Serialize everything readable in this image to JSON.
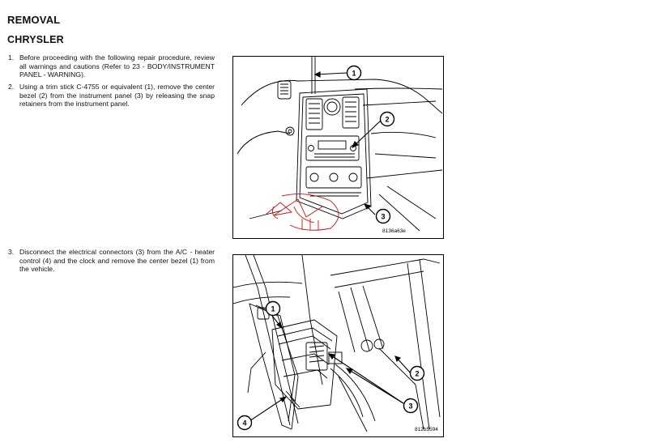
{
  "section_title": "REMOVAL",
  "subsection_title": "CHRYSLER",
  "steps": [
    {
      "num": "1.",
      "text": "Before proceeding with the following repair procedure, review all warnings and cautions (Refer to 23 - BODY/INSTRUMENT PANEL - WARNING)."
    },
    {
      "num": "2.",
      "text": "Using a trim stick C-4755 or equivalent (1), remove the center bezel (2) from the instrument panel (3) by releasing the snap retainers from the instrument panel."
    },
    {
      "num": "3.",
      "text": "Disconnect the electrical connectors (3) from the A/C - heater control (4) and the clock and remove the center bezel (1) from the vehicle."
    }
  ],
  "figures": [
    {
      "id": "8136a63e",
      "callouts": [
        "1",
        "2",
        "3"
      ]
    },
    {
      "id": "812b5594",
      "callouts": [
        "1",
        "2",
        "3",
        "4"
      ]
    }
  ]
}
